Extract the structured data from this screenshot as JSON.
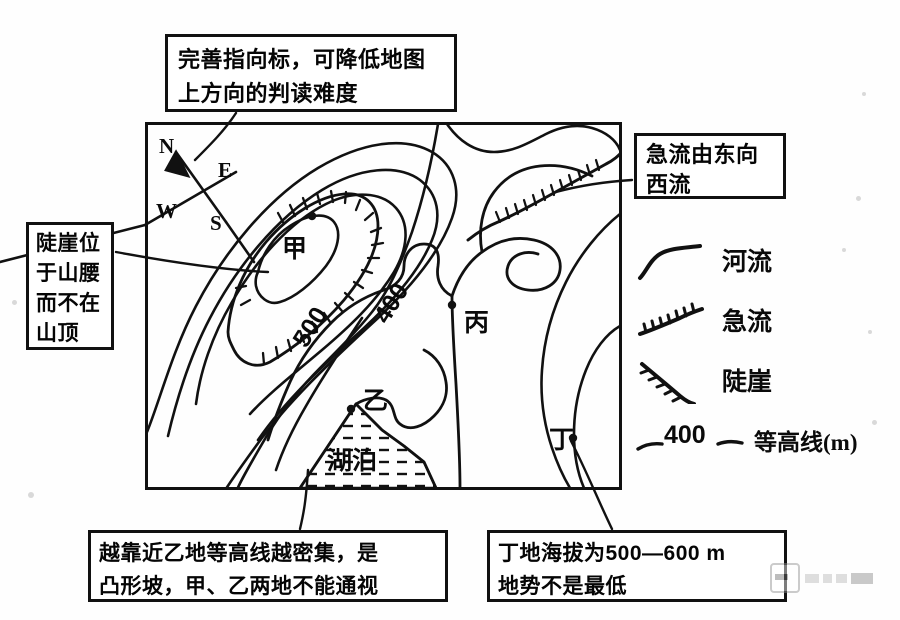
{
  "figure": {
    "kind": "contour-topographic-map-diagram",
    "language": "zh-CN"
  },
  "callouts": [
    {
      "id": "compass",
      "name": "callout-compass",
      "lines": [
        "完善指向标，可降低地图",
        "上方向的判读难度"
      ]
    },
    {
      "id": "rapids",
      "name": "callout-rapids",
      "lines": [
        "急流由东向",
        "西流"
      ]
    },
    {
      "id": "cliff",
      "name": "callout-cliff",
      "lines": [
        "陡崖位",
        "于山腰",
        "而不在",
        "山顶"
      ]
    },
    {
      "id": "slope",
      "name": "callout-slope",
      "lines": [
        "越靠近乙地等高线越密集，是",
        "凸形坡，甲、乙两地不能通视"
      ]
    },
    {
      "id": "ding",
      "name": "callout-ding",
      "lines": [
        "丁地海拔为500—600 m",
        "地势不是最低"
      ]
    }
  ],
  "map": {
    "compass": {
      "north": "N",
      "east": "E",
      "west": "W",
      "south": "S"
    },
    "point_labels": {
      "jia": "甲",
      "yi": "乙",
      "bing": "丙",
      "ding": "丁",
      "lake": "湖泊"
    },
    "contour_labels": {
      "inner": "500",
      "outer": "400"
    }
  },
  "legend": {
    "items": [
      {
        "key": "river-symbol",
        "label": "河流"
      },
      {
        "key": "rapids-symbol",
        "label": "急流"
      },
      {
        "key": "cliff-symbol",
        "label": "陡崖"
      }
    ],
    "contour": {
      "value": "400",
      "label": "等高线(m)"
    }
  },
  "colors": {
    "ink": "#111111",
    "paper": "#fefefe",
    "watermark": "#b9b9b9"
  }
}
